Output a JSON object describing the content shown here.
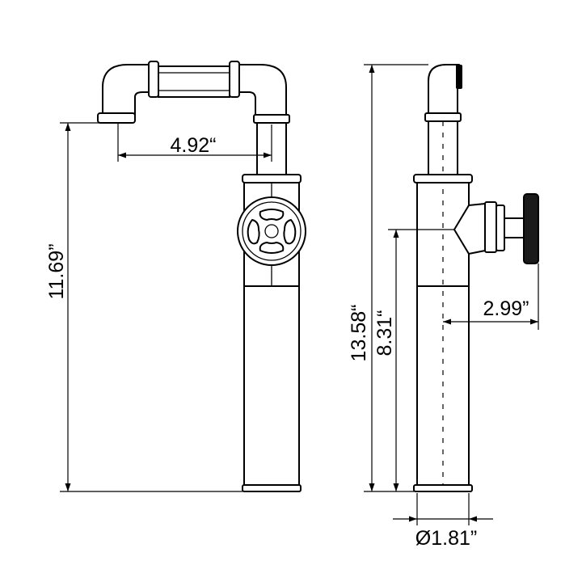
{
  "dimensions": {
    "spout_reach": "4.92“",
    "front_height": "11.69”",
    "total_height": "13.58“",
    "handle_height": "8.31“",
    "handle_depth": "2.99”",
    "base_diameter": "Ø1.81”"
  }
}
